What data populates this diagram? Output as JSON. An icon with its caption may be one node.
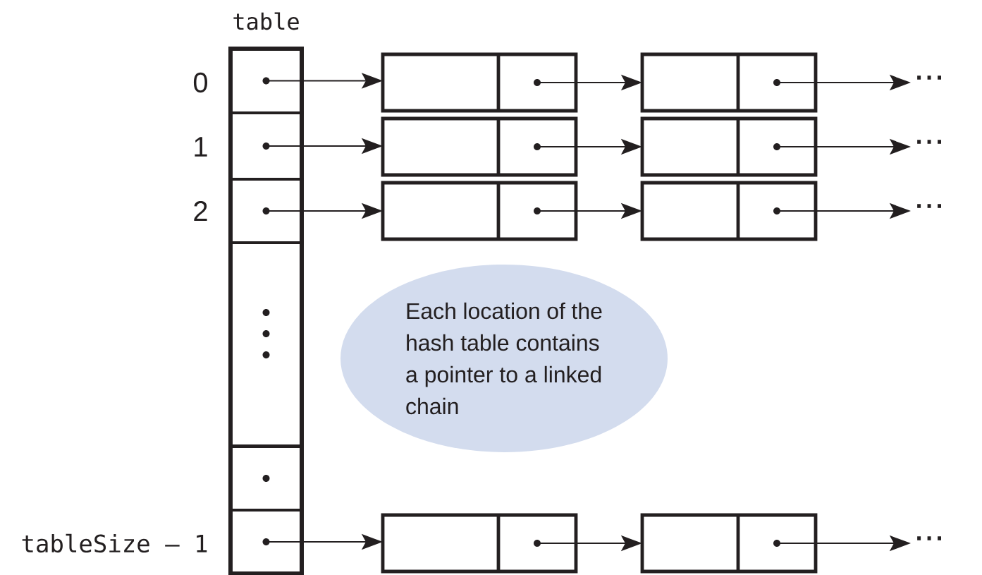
{
  "diagram": {
    "nodes": [
      {
        "text": [
          "table"
        ]
      },
      {
        "text": [],
        "shape": "box",
        "in": 0
      },
      {
        "text": [],
        "shape": "box",
        "in": 0
      },
      {
        "text": [],
        "shape": "box",
        "in": 0
      },
      {
        "text": [],
        "shape": "box",
        "in": 0
      },
      {
        "text": [],
        "shape": "box",
        "in": 0
      },
      {
        "text": [],
        "shape": "box",
        "in": 0
      },
      {
        "text": [],
        "shape": "box"
      },
      {
        "text": [],
        "shape": "box"
      },
      {
        "text": [
          "..."
        ]
      },
      {
        "text": [],
        "shape": "box"
      },
      {
        "text": [],
        "shape": "box"
      },
      {
        "text": [
          "..."
        ]
      },
      {
        "text": [],
        "shape": "box"
      },
      {
        "text": [],
        "shape": "box"
      },
      {
        "text": [
          "..."
        ]
      },
      {
        "text": [
          "Each location of the hash table contains a pointer to a linked chain"
        ]
      },
      {
        "text": [],
        "shape": "box"
      },
      {
        "text": [],
        "shape": "box"
      },
      {
        "text": [
          "..."
        ]
      }
    ],
    "edges": [
      {
        "from": 1,
        "to": 7,
        "arrow": "to"
      },
      {
        "from": 7,
        "to": 8,
        "arrow": "to"
      },
      {
        "from": 8,
        "to": 9,
        "arrow": "to"
      },
      {
        "from": 2,
        "to": 10,
        "arrow": "to"
      },
      {
        "from": 10,
        "to": 11,
        "arrow": "to"
      },
      {
        "from": 11,
        "to": 12,
        "arrow": "to"
      },
      {
        "from": 3,
        "to": 13,
        "arrow": "to"
      },
      {
        "from": 13,
        "to": 14,
        "arrow": "to"
      },
      {
        "from": 14,
        "to": 15,
        "arrow": "to"
      },
      {
        "from": 6,
        "to": 17,
        "arrow": "to"
      },
      {
        "from": 17,
        "to": 18,
        "arrow": "to"
      },
      {
        "from": 18,
        "to": 19,
        "arrow": "to"
      }
    ],
    "labels": [
      "0",
      "1",
      "2",
      "tableSize – 1"
    ]
  }
}
